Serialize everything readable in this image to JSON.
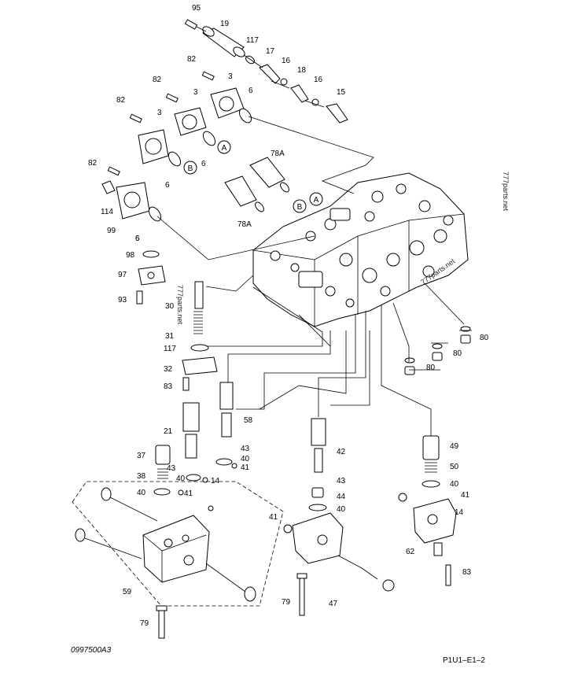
{
  "diagram": {
    "drawing_code": "0997500A3",
    "page_code": "P1U1–E1–2",
    "watermarks": [
      "777parts.net",
      "777parts.net",
      "777parts.net"
    ],
    "circle_callouts": [
      "A",
      "B",
      "A",
      "B"
    ],
    "part_labels": [
      "95",
      "19",
      "117",
      "17",
      "16",
      "18",
      "16",
      "15",
      "82",
      "3",
      "82",
      "3",
      "82",
      "3",
      "6",
      "6",
      "6",
      "6",
      "82",
      "114",
      "99",
      "6",
      "78A",
      "78A",
      "98",
      "97",
      "93",
      "30",
      "31",
      "117",
      "32",
      "83",
      "58",
      "21",
      "43",
      "40",
      "41",
      "37",
      "43",
      "40",
      "14",
      "38",
      "40",
      "41",
      "59",
      "79",
      "42",
      "43",
      "44",
      "40",
      "41",
      "47",
      "79",
      "80",
      "80",
      "80",
      "49",
      "50",
      "40",
      "41",
      "14",
      "62",
      "83"
    ]
  }
}
